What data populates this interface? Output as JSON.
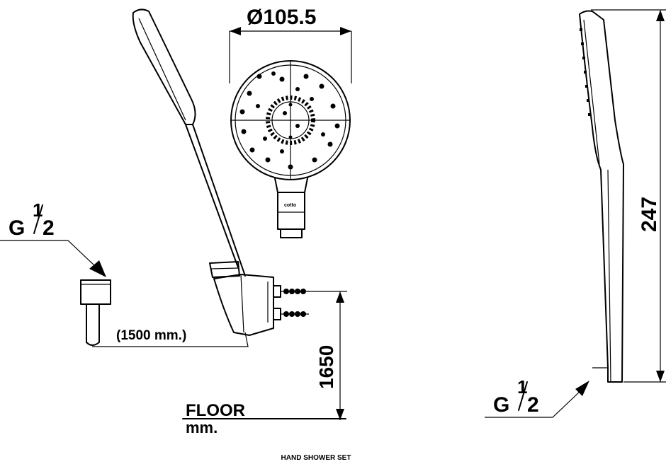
{
  "labels": {
    "head_diameter": "Ø105.5",
    "thread_left_g": "G",
    "thread_left_num": "1",
    "thread_left_den": "2",
    "hose_length": "(1500 mm.)",
    "height_from_floor": "1650",
    "floor": "FLOOR",
    "unit": "mm.",
    "total_length": "247",
    "thread_right_g": "G",
    "thread_right_num": "1",
    "thread_right_den": "2",
    "brand_mark": "cotto",
    "caption": "HAND SHOWER SET"
  }
}
